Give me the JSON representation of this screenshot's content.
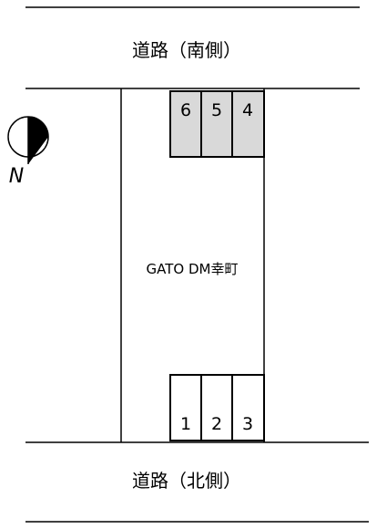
{
  "roads": {
    "south": {
      "label": "道路（南側）"
    },
    "north": {
      "label": "道路（北側）"
    }
  },
  "compass": {
    "label": "N"
  },
  "building": {
    "label": "GATO DM幸町"
  },
  "parking": {
    "top_row": [
      {
        "number": "6",
        "shaded": true
      },
      {
        "number": "5",
        "shaded": true
      },
      {
        "number": "4",
        "shaded": true
      }
    ],
    "bottom_row": [
      {
        "number": "1",
        "shaded": false
      },
      {
        "number": "2",
        "shaded": false
      },
      {
        "number": "3",
        "shaded": false
      }
    ]
  },
  "colors": {
    "line": "#000000",
    "shaded_slot": "#d9d9d9",
    "background": "#ffffff"
  }
}
